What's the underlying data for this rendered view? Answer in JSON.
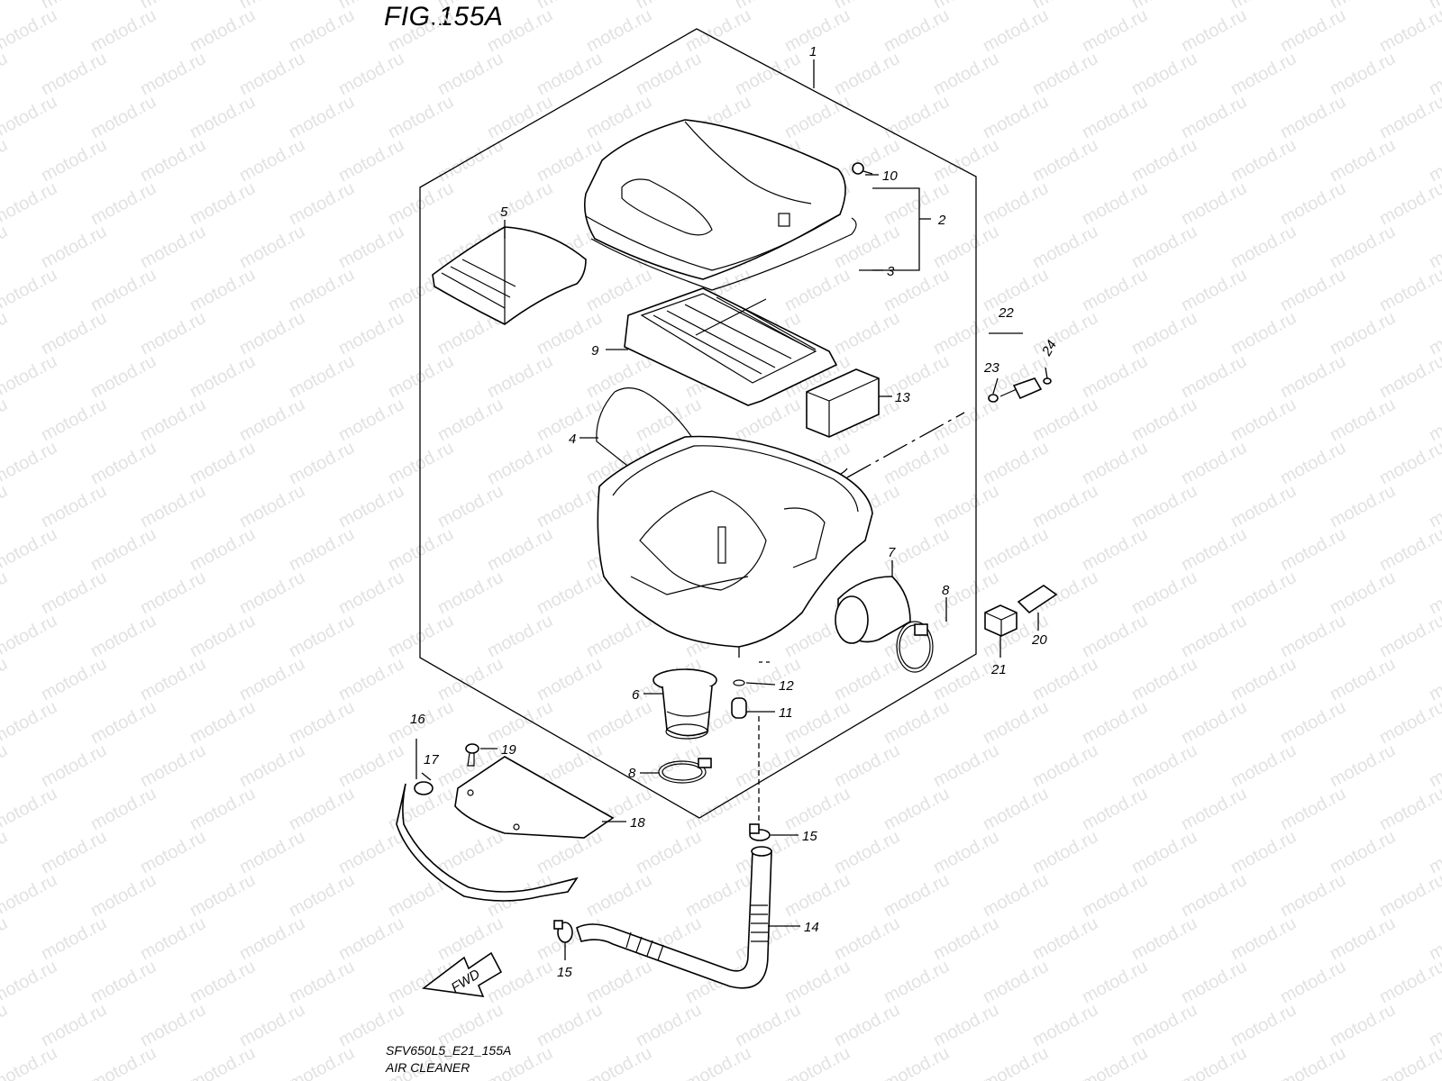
{
  "figure": {
    "title": "FIG.155A",
    "code": "SFV650L5_E21_155A",
    "name": "AIR CLEANER"
  },
  "watermark": {
    "text": "motod.ru"
  },
  "callouts": [
    "1",
    "2",
    "3",
    "4",
    "5",
    "6",
    "7",
    "8",
    "8",
    "9",
    "10",
    "11",
    "12",
    "13",
    "14",
    "15",
    "15",
    "16",
    "17",
    "18",
    "19",
    "20",
    "21",
    "22",
    "23",
    "24"
  ],
  "direction": {
    "label": "FWD"
  }
}
